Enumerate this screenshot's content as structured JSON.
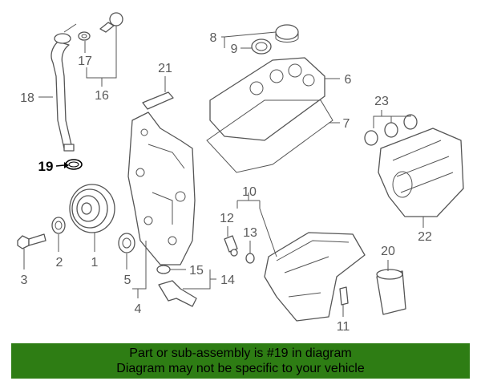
{
  "highlight_part": "19",
  "callouts": {
    "c1": "1",
    "c2": "2",
    "c3": "3",
    "c4": "4",
    "c5": "5",
    "c6": "6",
    "c7": "7",
    "c8": "8",
    "c9": "9",
    "c10": "10",
    "c11": "11",
    "c12": "12",
    "c13": "13",
    "c14": "14",
    "c15": "15",
    "c16": "16",
    "c17": "17",
    "c18": "18",
    "c19": "19",
    "c20": "20",
    "c21": "21",
    "c22": "22",
    "c23": "23"
  },
  "banner": {
    "line1": "Part or sub-assembly is #19 in diagram",
    "line2": "Diagram may not be specific to your vehicle"
  },
  "colors": {
    "banner_bg": "#2e7d14",
    "line_art": "#555555",
    "highlight": "#000000"
  }
}
